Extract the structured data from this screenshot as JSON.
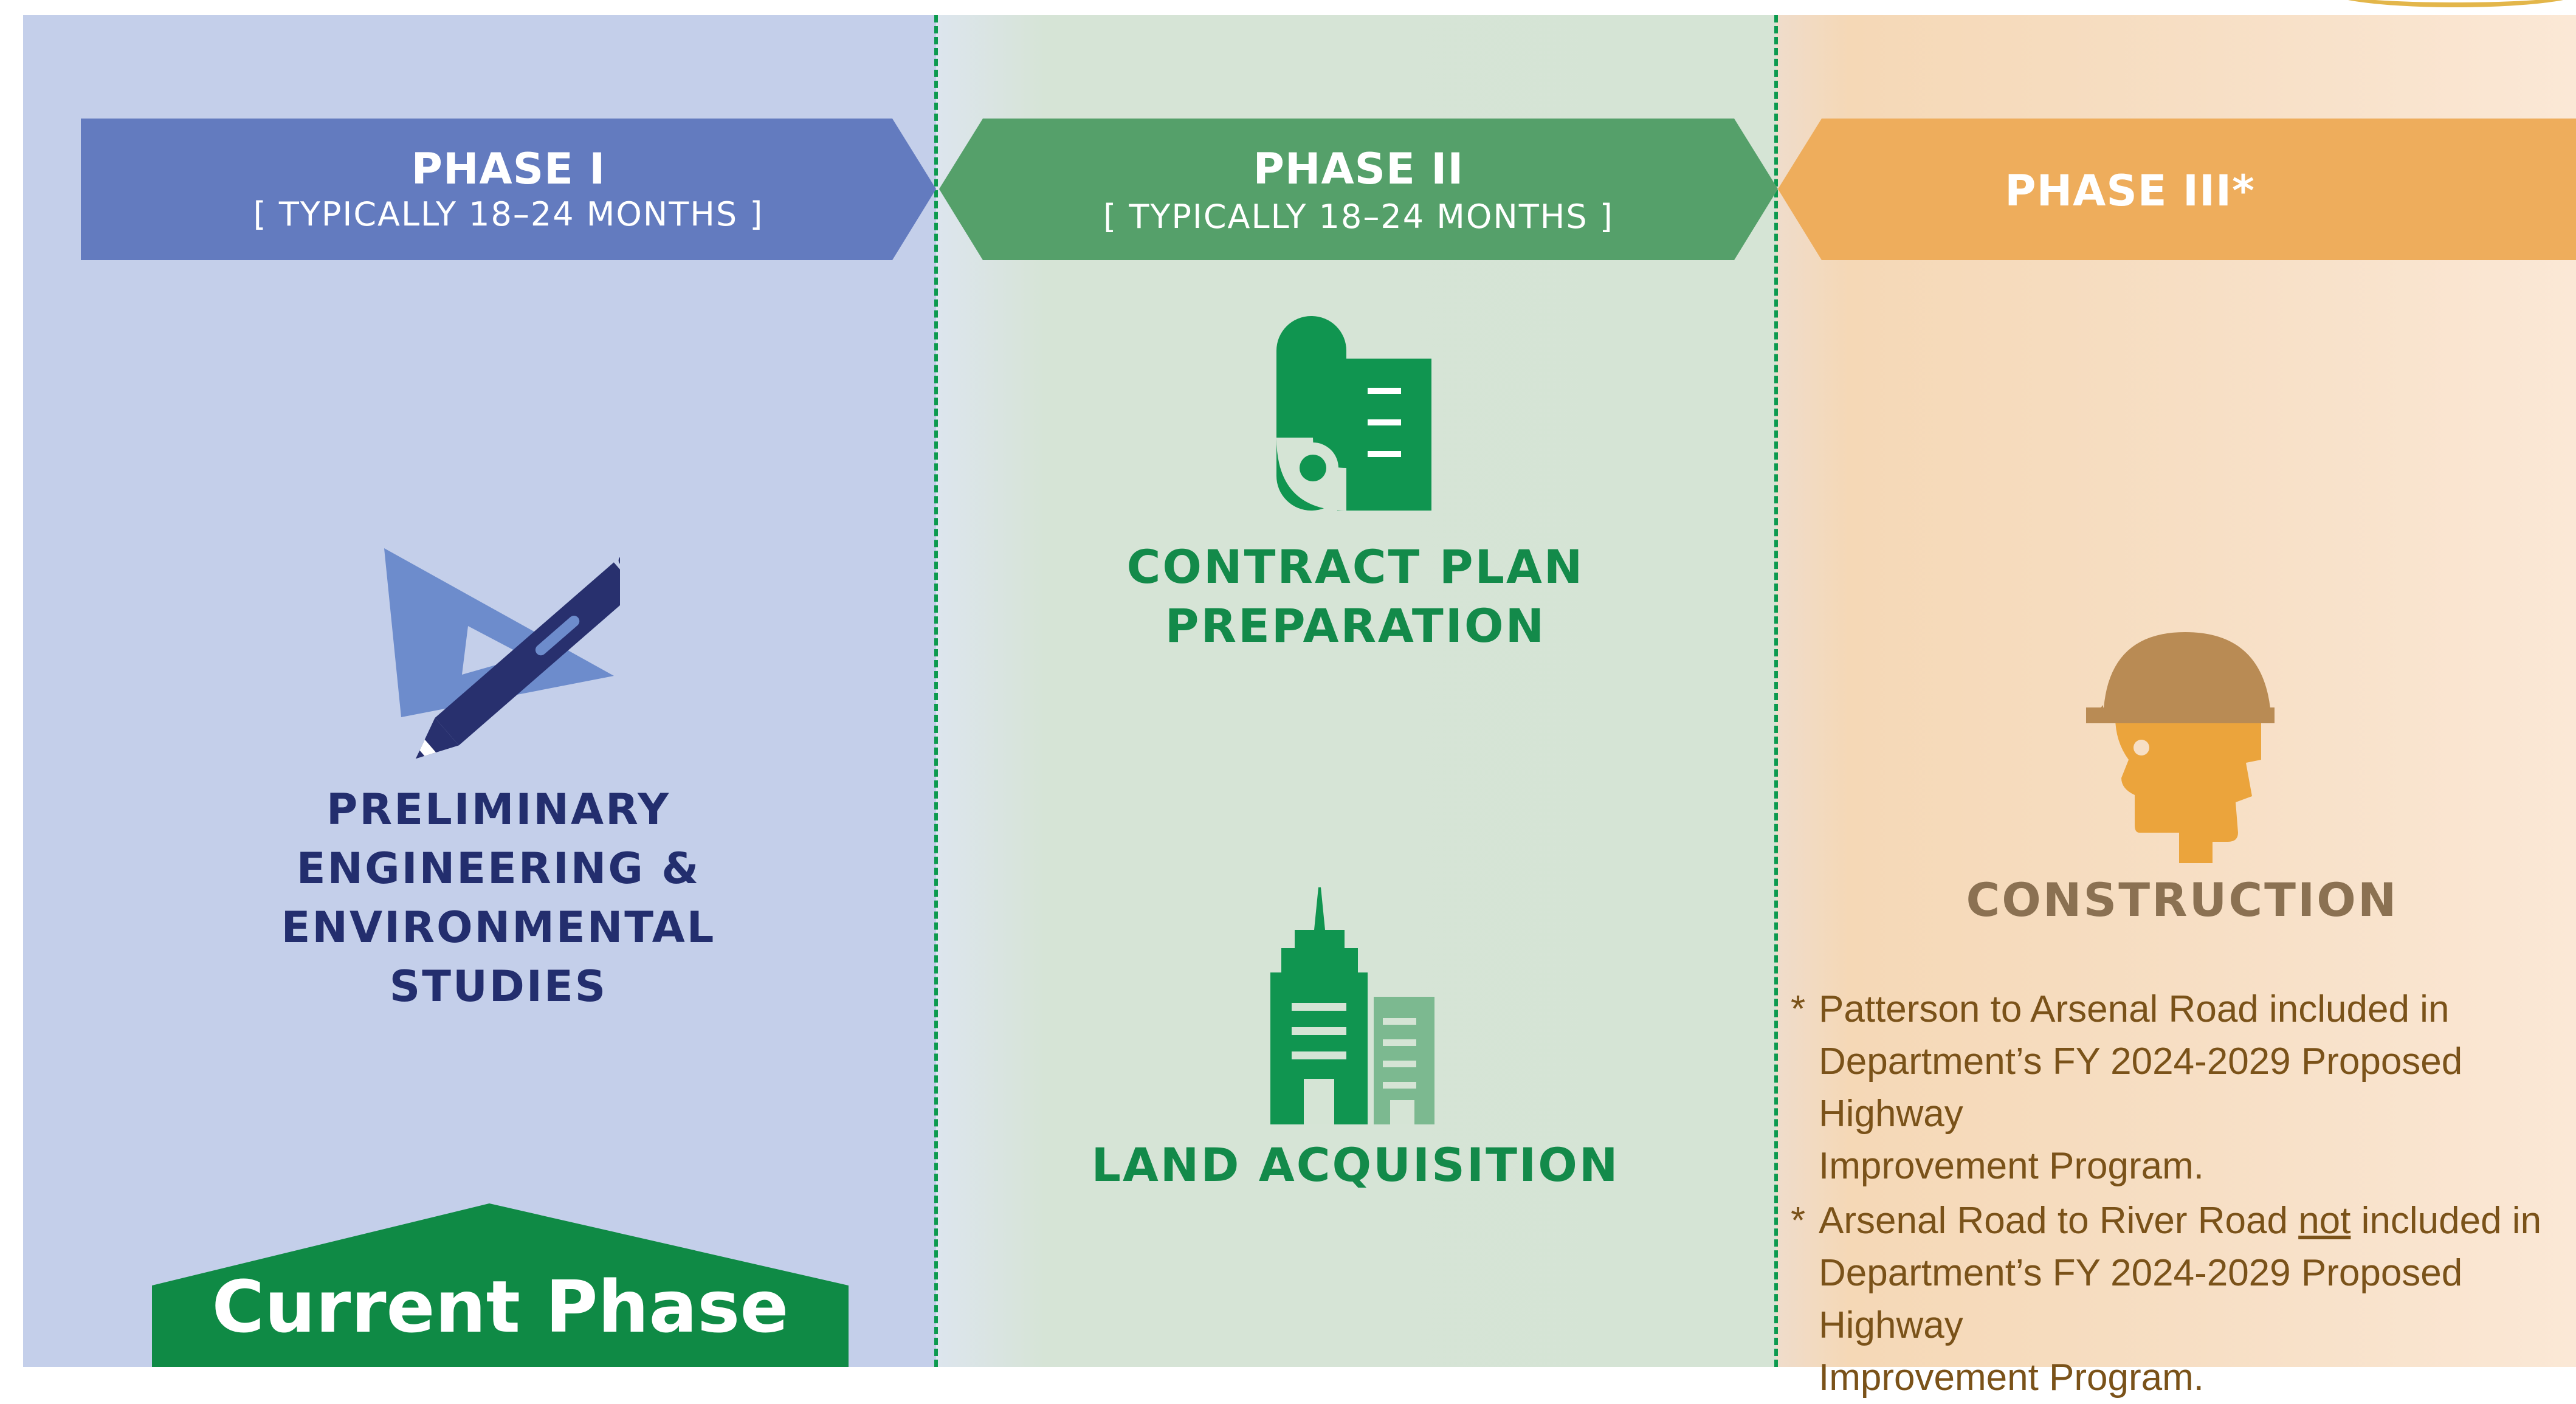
{
  "phases": [
    {
      "title": "PHASE I",
      "duration": "[ TYPICALLY 18–24 MONTHS ]",
      "color": "#637bbf"
    },
    {
      "title": "PHASE II",
      "duration": "[ TYPICALLY 18–24 MONTHS ]",
      "color": "#55a06a"
    },
    {
      "title": "PHASE III*",
      "color": "#eead5c"
    }
  ],
  "tasks": {
    "preliminary": "PRELIMINARY ENGINEERING & ENVIRONMENTAL STUDIES",
    "contract": "CONTRACT PLAN PREPARATION",
    "land": "LAND ACQUISITION",
    "construction": "CONSTRUCTION"
  },
  "notes": [
    {
      "star": "*",
      "line1": "Patterson to Arsenal Road included in",
      "line2": "Department’s FY 2024-2029 Proposed Highway",
      "line3": "Improvement Program."
    },
    {
      "star": "*",
      "line1_pre": "Arsenal Road to River Road",
      "line1_emph": "not",
      "line1_post": "included in",
      "line2": "Department’s FY 2024-2029 Proposed Highway",
      "line3": "Improvement Program."
    }
  ],
  "current_phase": {
    "label": "Current Phase",
    "color": "#0f8a45"
  },
  "colors": {
    "phase1_text": "#232e6e",
    "phase2_text": "#138a4a",
    "construction_text": "#8b7152",
    "divider": "#0c9a4f"
  },
  "icons": [
    "pencil-triangle-icon",
    "blueprint-icon",
    "buildings-icon",
    "construction-worker-icon"
  ]
}
